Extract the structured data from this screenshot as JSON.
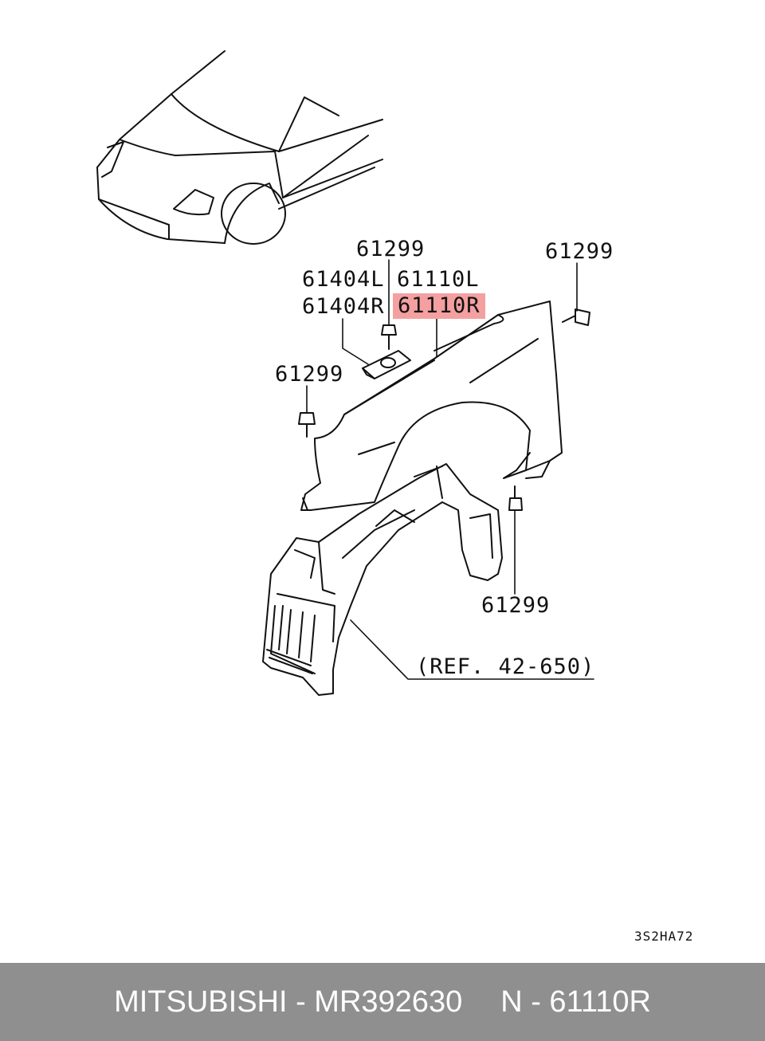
{
  "labels": {
    "bolt_top": "61299",
    "bracket_l": "61404L",
    "bracket_r": "61404R",
    "fender_l": "61110L",
    "fender_r": "61110R",
    "bolt_right": "61299",
    "bolt_left": "61299",
    "bolt_bottom": "61299",
    "ref": "(REF. 42-650)"
  },
  "diagram_code": "3S2HA72",
  "footer": {
    "brand_part": "MITSUBISHI - MR392630",
    "ref_code": "N - 61110R"
  },
  "colors": {
    "highlight": "#f4a0a0",
    "footer_bg": "#8f8f8f",
    "footer_text": "#ffffff"
  }
}
